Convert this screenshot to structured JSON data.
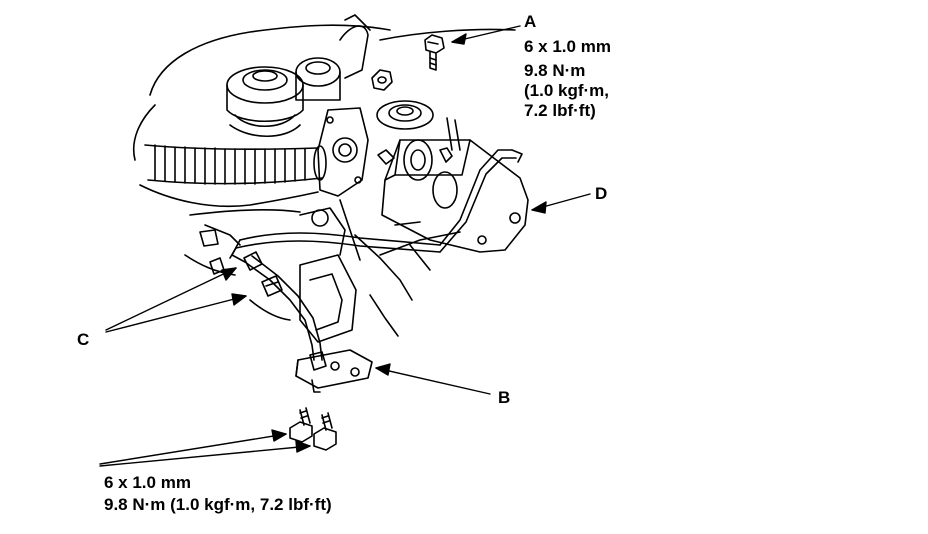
{
  "callouts": {
    "a": {
      "letter": "A",
      "bolt_size": "6 x 1.0 mm",
      "torque_nm": "9.8 N·m",
      "torque_kgf": "(1.0 kgf·m,",
      "torque_lbf": "7.2 lbf·ft)"
    },
    "b": {
      "letter": "B"
    },
    "c": {
      "letter": "C"
    },
    "d": {
      "letter": "D"
    },
    "bottom": {
      "bolt_size": "6 x 1.0 mm",
      "torque": "9.8 N·m (1.0 kgf·m, 7.2 lbf·ft)"
    }
  },
  "icons": {
    "engine": "engine-bay-line-art",
    "bolt": "flange-bolt-icon",
    "bracket": "pipe-bracket-icon",
    "valve": "egr-valve-icon"
  },
  "colors": {
    "ink": "#000000",
    "paper": "#ffffff"
  }
}
